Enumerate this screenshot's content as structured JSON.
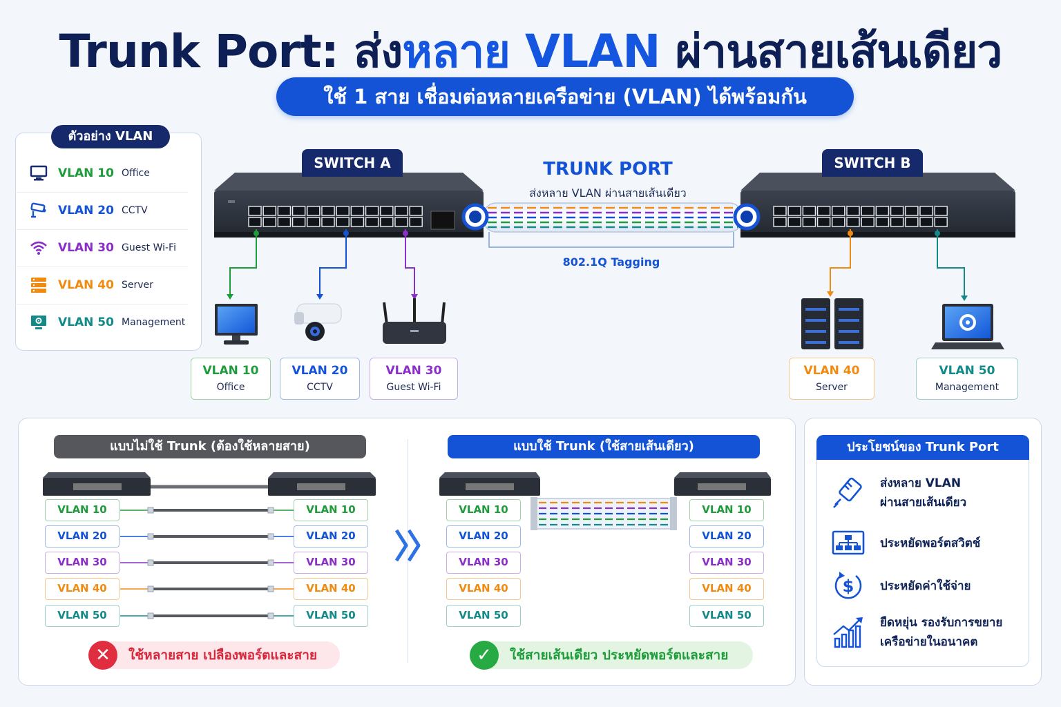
{
  "title": {
    "part1": "Trunk Port: ส่ง",
    "part2": "หลาย VLAN",
    "part3": " ผ่านสายเส้นเดียว"
  },
  "subtitle": "ใช้ 1 สาย เชื่อมต่อหลายเครือข่าย (VLAN) ได้พร้อมกัน",
  "legend": {
    "title": "ตัวอย่าง VLAN",
    "items": [
      {
        "vlan": "VLAN 10",
        "name": "Office",
        "icon": "monitor-icon"
      },
      {
        "vlan": "VLAN 20",
        "name": "CCTV",
        "icon": "camera-icon"
      },
      {
        "vlan": "VLAN 30",
        "name": "Guest Wi-Fi",
        "icon": "wifi-icon"
      },
      {
        "vlan": "VLAN 40",
        "name": "Server",
        "icon": "server-icon"
      },
      {
        "vlan": "VLAN 50",
        "name": "Management",
        "icon": "management-icon"
      }
    ]
  },
  "colors": {
    "v10": "#1e9b3a",
    "v20": "#1453d6",
    "v30": "#8a2fc9",
    "v40": "#f08a10",
    "v50": "#138a8a",
    "navy": "#16296a",
    "blue": "#1453d6"
  },
  "switch_a": "SWITCH A",
  "switch_b": "SWITCH B",
  "trunk": {
    "title": "TRUNK PORT",
    "subtitle": "ส่งหลาย VLAN ผ่านสายเส้นเดียว",
    "tagging": "802.1Q Tagging"
  },
  "devices": [
    {
      "vlan": "VLAN 10",
      "name": "Office"
    },
    {
      "vlan": "VLAN 20",
      "name": "CCTV"
    },
    {
      "vlan": "VLAN 30",
      "name": "Guest Wi-Fi"
    },
    {
      "vlan": "VLAN 40",
      "name": "Server"
    },
    {
      "vlan": "VLAN 50",
      "name": "Management"
    }
  ],
  "compare": {
    "without_title": "แบบไม่ใช้ Trunk (ต้องใช้หลายสาย)",
    "with_title": "แบบใช้ Trunk (ใช้สายเส้นเดียว)",
    "vlans": [
      "VLAN 10",
      "VLAN 20",
      "VLAN 30",
      "VLAN 40",
      "VLAN 50"
    ],
    "without_status": "ใช้หลายสาย เปลืองพอร์ตและสาย",
    "with_status": "ใช้สายเส้นเดียว ประหยัดพอร์ตและสาย"
  },
  "benefits": {
    "title": "ประโยชน์ของ Trunk Port",
    "items": [
      {
        "line1": "ส่งหลาย VLAN",
        "line2": "ผ่านสายเส้นเดียว",
        "icon": "cable-plug-icon"
      },
      {
        "line1": "ประหยัดพอร์ตสวิตช์",
        "line2": "",
        "icon": "switch-ports-icon"
      },
      {
        "line1": "ประหยัดค่าใช้จ่าย",
        "line2": "",
        "icon": "dollar-icon"
      },
      {
        "line1": "ยืดหยุ่น รองรับการขยาย",
        "line2": "เครือข่ายในอนาคต",
        "icon": "growth-chart-icon"
      }
    ]
  }
}
